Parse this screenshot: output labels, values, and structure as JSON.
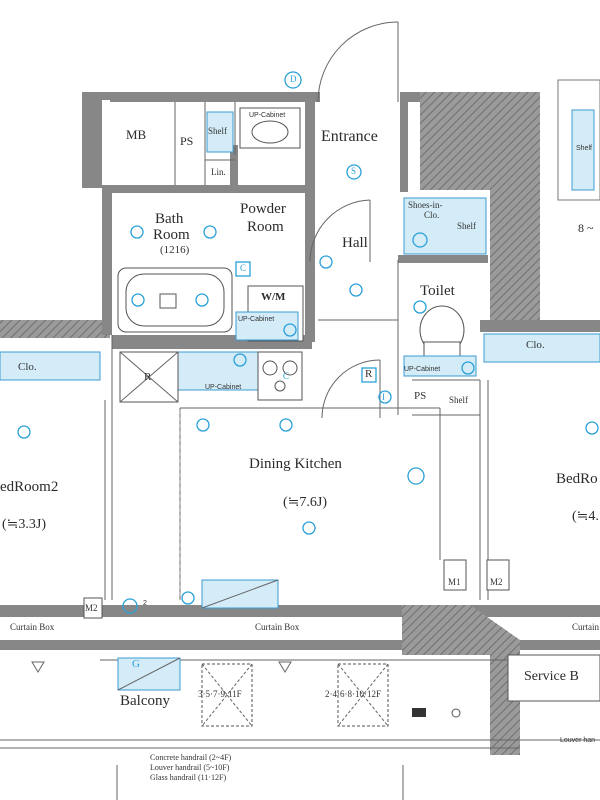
{
  "rooms": {
    "mb": "MB",
    "ps_top": "PS",
    "shelf_top": "Shelf",
    "up_cabinet_top": "UP-Cabinet",
    "linen": "Lin.",
    "entrance": "Entrance",
    "bath_room": "Bath",
    "bath_room_2": "Room",
    "bath_size": "(1216)",
    "powder_room": "Powder",
    "powder_room_2": "Room",
    "wm": "W/M",
    "up_cabinet_wm": "UP-Cabinet",
    "hall": "Hall",
    "shoes_in_clo": "Shoes-in-",
    "shoes_in_clo_2": "Clo.",
    "shelf_shoes": "Shelf",
    "toilet": "Toilet",
    "up_cabinet_toilet": "UP-Cabinet",
    "ps_toilet": "PS",
    "shelf_toilet": "Shelf",
    "clo_left": "Clo.",
    "clo_right": "Clo.",
    "refrigerator": "R",
    "refrigerator_hall": "R",
    "up_cabinet_kitchen": "UP-Cabinet",
    "dining_kitchen": "Dining Kitchen",
    "dining_kitchen_size": "(≒7.6J)",
    "bedroom2": "edRoom2",
    "bedroom2_size": "(≒3.3J)",
    "bedroom_right": "BedRo",
    "bedroom_right_size": "(≒4.",
    "right_unit_shelf": "Shelf",
    "right_unit_label": "8 ~",
    "m1": "M1",
    "m2": "M2",
    "m2_left": "M2",
    "curtain_box_left": "Curtain Box",
    "curtain_box_center": "Curtain Box",
    "curtain_box_right": "Curtain",
    "balcony": "Balcony",
    "g_mark": "G",
    "floors_a": "3·5·7·9·11F",
    "floors_b": "2·4·6·8·10·12F",
    "service_balcony": "Service B",
    "louver_label": "Louver han",
    "c_mark_bath": "C",
    "c_mark_kitchen": "C",
    "d_mark": "D",
    "s_mark": "S",
    "i_mark": "I",
    "num_2": "2"
  },
  "notes": [
    "Concrete handrail (2~4F)",
    "Louver handrail (5~10F)",
    "Glass handrail (11·12F)"
  ],
  "colors": {
    "wall": "#878787",
    "fixture_fill": "#d3ecf8",
    "fixture_stroke": "#3b9bd0",
    "icon": "#2aa0d8"
  }
}
